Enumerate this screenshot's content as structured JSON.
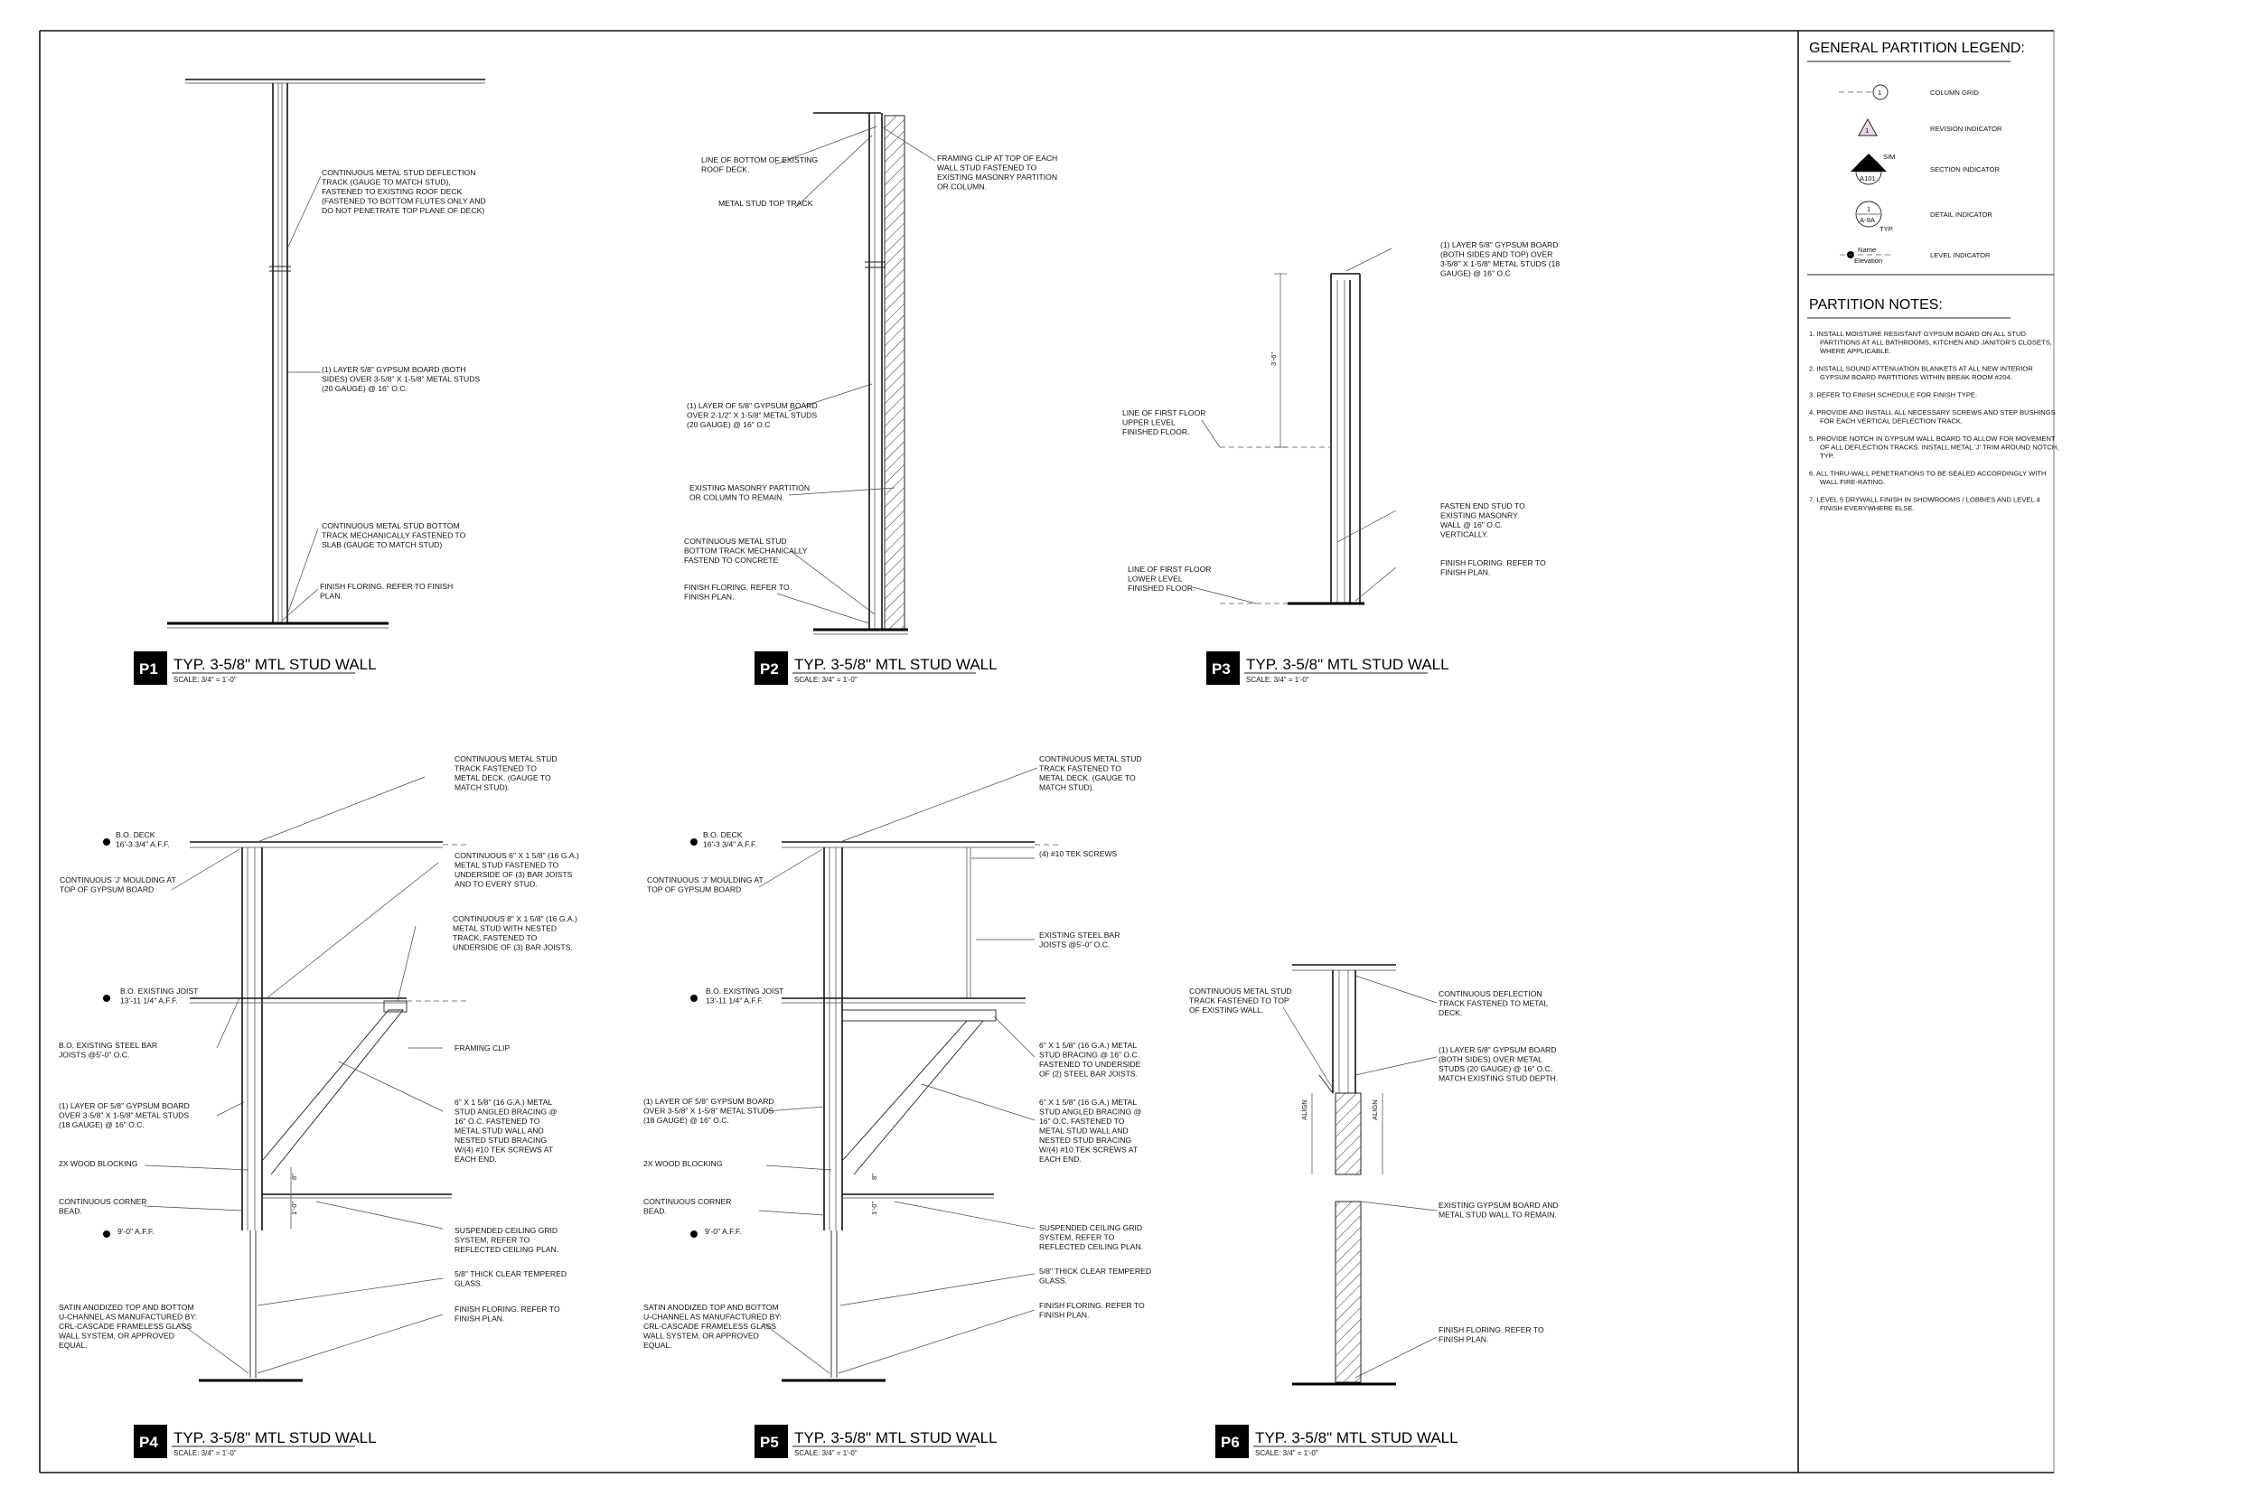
{
  "legend": {
    "title": "GENERAL PARTITION LEGEND:",
    "items": [
      {
        "symbol": "1",
        "label": "COLUMN GRID"
      },
      {
        "symbol": "1",
        "label": "REVISION INDICATOR"
      },
      {
        "symbol": "1",
        "sub": "A101",
        "tag": "SIM",
        "label": "SECTION INDICATOR"
      },
      {
        "symbol": "1",
        "sub": "A-9A",
        "tag": "TYP.",
        "label": "DETAIL INDICATOR"
      },
      {
        "symbol": "Name",
        "sub": "Elevation",
        "label": "LEVEL INDICATOR"
      }
    ]
  },
  "notes": {
    "title": "PARTITION NOTES:",
    "items": [
      [
        "1.  INSTALL MOISTURE RESISTANT GYPSUM BOARD ON ALL STUD",
        "PARTITIONS AT ALL BATHROOMS, KITCHEN AND JANITOR'S CLOSETS,",
        "WHERE APPLICABLE."
      ],
      [
        "2.  INSTALL SOUND ATTENUATION BLANKETS AT ALL NEW INTERIOR",
        "GYPSUM BOARD PARTITIONS WITHIN BREAK ROOM #204."
      ],
      [
        "3.  REFER TO FINISH SCHEDULE FOR FINISH TYPE."
      ],
      [
        "4.  PROVIDE AND INSTALL ALL NECESSARY SCREWS AND STEP BUSHINGS",
        "FOR EACH VERTICAL DEFLECTION TRACK."
      ],
      [
        "5.  PROVIDE NOTCH IN GYPSUM WALL BOARD TO ALLOW FOR MOVEMENT",
        "OF ALL DEFLECTION TRACKS.  INSTALL METAL 'J' TRIM AROUND NOTCH,",
        "TYP."
      ],
      [
        "6.  ALL THRU-WALL PENETRATIONS TO BE SEALED ACCORDINGLY WITH",
        "WALL FIRE-RATING."
      ],
      [
        "7.  LEVEL 5 DRYWALL FINISH IN SHOWROOMS / LOBBIES AND LEVEL 4",
        "FINISH EVERYWHERE ELSE."
      ]
    ]
  },
  "details": [
    {
      "tag": "P1",
      "title": "TYP. 3-5/8\" MTL STUD WALL",
      "scale": "SCALE:  3/4\" = 1'-0\""
    },
    {
      "tag": "P2",
      "title": "TYP. 3-5/8\" MTL STUD WALL",
      "scale": "SCALE:  3/4\" = 1'-0\""
    },
    {
      "tag": "P3",
      "title": "TYP. 3-5/8\" MTL STUD WALL",
      "scale": "SCALE:  3/4\" = 1'-0\""
    },
    {
      "tag": "P4",
      "title": "TYP. 3-5/8\" MTL STUD WALL",
      "scale": "SCALE:  3/4\" = 1'-0\""
    },
    {
      "tag": "P5",
      "title": "TYP. 3-5/8\" MTL STUD WALL",
      "scale": "SCALE:  3/4\" = 1'-0\""
    },
    {
      "tag": "P6",
      "title": "TYP. 3-5/8\" MTL STUD WALL",
      "scale": "SCALE:  3/4\" = 1'-0\""
    }
  ],
  "callouts": {
    "p1_deflection": [
      "CONTINUOUS METAL STUD DEFLECTION",
      "TRACK (GAUGE TO MATCH STUD),",
      "FASTENED TO EXISTING ROOF DECK",
      "(FASTENED TO BOTTOM FLUTES ONLY AND",
      "DO NOT PENETRATE TOP PLANE OF DECK)"
    ],
    "p1_gyp": [
      "(1) LAYER 5/8\" GYPSUM BOARD (BOTH",
      "SIDES) OVER 3-5/8\" X 1-5/8\" METAL STUDS",
      "(20 GAUGE) @ 16\" O.C."
    ],
    "p1_bottom": [
      "CONTINUOUS METAL STUD BOTTOM",
      "TRACK MECHANICALLY FASTENED TO",
      "SLAB (GAUGE TO MATCH STUD)"
    ],
    "p1_floor": [
      "FINISH FLORING. REFER TO FINISH",
      "PLAN."
    ],
    "p2_deck": [
      "LINE OF BOTTOM OF EXISTING",
      "ROOF DECK."
    ],
    "p2_top": [
      "METAL STUD TOP TRACK"
    ],
    "p2_clip": [
      "FRAMING CLIP AT TOP OF EACH",
      "WALL STUD FASTENED TO",
      "EXISTING MASONRY PARTITION",
      "OR COLUMN."
    ],
    "p2_gyp": [
      "(1) LAYER OF 5/8\" GYPSUM BOARD",
      "OVER 2-1/2\" X 1-5/8\" METAL STUDS",
      "(20 GAUGE) @ 16\" O.C"
    ],
    "p2_masonry": [
      "EXISTING MASONRY PARTITION",
      "OR COLUMN TO REMAIN."
    ],
    "p2_bottom": [
      "CONTINUOUS METAL STUD",
      "BOTTOM TRACK MECHANICALLY",
      "FASTEND TO CONCRETE"
    ],
    "p2_floor": [
      "FINISH FLORING. REFER TO",
      "FINISH PLAN."
    ],
    "p3_gyp": [
      "(1) LAYER 5/8\" GYPSUM BOARD",
      "(BOTH SIDES AND TOP) OVER",
      "3-5/8\" X 1-5/8\" METAL STUDS (18",
      "GAUGE) @ 16\" O.C"
    ],
    "p3_upper": [
      "LINE OF FIRST FLOOR",
      "UPPER LEVEL",
      "FINISHED FLOOR."
    ],
    "p3_fasten": [
      "FASTEN END STUD TO",
      "EXISTING MASONRY",
      "WALL @ 16\" O.C.",
      "VERTICALLY."
    ],
    "p3_floor": [
      "FINISH FLORING. REFER TO",
      "FINISH PLAN."
    ],
    "p3_lower": [
      "LINE OF FIRST FLOOR",
      "LOWER LEVEL",
      "FINISHED FLOOR."
    ],
    "p3_dim": "3'-6\"",
    "p4_track": [
      "CONTINUOUS METAL STUD",
      "TRACK FASTENED TO",
      "METAL DECK. (GAUGE TO",
      "MATCH STUD)."
    ],
    "p4_bodeck": [
      "B.O. DECK",
      "16'-3 3/4\" A.F.F."
    ],
    "p4_jmould": [
      "CONTINUOUS 'J' MOULDING AT",
      "TOP OF GYPSUM BOARD"
    ],
    "p4_stud6": [
      "CONTINUOUS 6\" X 1 5/8\" (16 G.A.)",
      "METAL STUD  FASTENED TO",
      "UNDERSIDE OF (3) BAR JOISTS",
      "AND TO EVERY STUD."
    ],
    "p4_stud8": [
      "CONTINUOUS 8\" X 1 5/8\" (16 G.A.)",
      "METAL STUD WITH NESTED",
      "TRACK,  FASTENED TO",
      "UNDERSIDE OF (3) BAR JOISTS."
    ],
    "p4_bojoist": [
      "B.O. EXISTING JOIST",
      "13'-11 1/4\" A.F.F."
    ],
    "p4_clip": [
      "FRAMING CLIP"
    ],
    "p4_bar": [
      "B.O. EXISTING STEEL BAR",
      "JOISTS @5'-0\" O.C."
    ],
    "p4_gyp": [
      "(1) LAYER OF 5/8\" GYPSUM BOARD",
      "OVER 3-5/8\" X 1-5/8\" METAL STUDS",
      "(18 GAUGE) @ 16\" O.C."
    ],
    "p4_brace": [
      "6\" X 1 5/8\" (16 G.A.) METAL",
      "STUD ANGLED BRACING @",
      "16\" O.C. FASTENED TO",
      "METAL STUD WALL AND",
      "NESTED STUD BRACING",
      "W/(4) #10 TEK SCREWS AT",
      "EACH END."
    ],
    "p4_blocking": [
      "2X WOOD BLOCKING"
    ],
    "p4_corner": [
      "CONTINUOUS CORNER",
      "BEAD."
    ],
    "p4_aff": [
      "9'-0\" A.F.F."
    ],
    "p4_ceiling": [
      "SUSPENDED CEILING GRID",
      "SYSTEM, REFER TO",
      "REFLECTED CEILING PLAN."
    ],
    "p4_glass": [
      "5/8\" THICK CLEAR TEMPERED",
      "GLASS."
    ],
    "p4_channel": [
      "SATIN ANODIZED TOP AND BOTTOM",
      "U-CHANNEL AS MANUFACTURED BY:",
      "CRL-CASCADE FRAMELESS GLASS",
      "WALL SYSTEM, OR APPROVED",
      "EQUAL."
    ],
    "p4_floor": [
      "FINISH FLORING. REFER TO",
      "FINISH PLAN."
    ],
    "p5_track": [
      "CONTINUOUS METAL STUD",
      "TRACK FASTENED TO",
      "METAL DECK. (GAUGE TO",
      "MATCH STUD)."
    ],
    "p5_bodeck": [
      "B.O. DECK",
      "16'-3 3/4\" A.F.F."
    ],
    "p5_jmould": [
      "CONTINUOUS 'J' MOULDING AT",
      "TOP OF GYPSUM BOARD"
    ],
    "p5_tek": [
      "(4) #10 TEK SCREWS"
    ],
    "p5_bar": [
      "EXISTING STEEL BAR",
      "JOISTS @5'-0\" O.C."
    ],
    "p5_bojoist": [
      "B.O. EXISTING JOIST",
      "13'-11 1/4\" A.F.F."
    ],
    "p5_brace1": [
      "6\" X 1 5/8\" (16 G.A.) METAL",
      "STUD BRACING @ 16\" O.C.",
      "FASTENED TO UNDERSIDE",
      "OF (2) STEEL BAR JOISTS."
    ],
    "p5_gyp": [
      "(1) LAYER OF 5/8\" GYPSUM BOARD",
      "OVER 3-5/8\" X 1-5/8\" METAL STUDS",
      "(18 GAUGE) @ 16\" O.C."
    ],
    "p5_brace2": [
      "6\" X 1 5/8\" (16 G.A.) METAL",
      "STUD ANGLED BRACING @",
      "16\" O.C. FASTENED TO",
      "METAL STUD WALL AND",
      "NESTED STUD BRACING",
      "W/(4) #10 TEK SCREWS AT",
      "EACH END."
    ],
    "p5_blocking": [
      "2X WOOD BLOCKING"
    ],
    "p5_corner": [
      "CONTINUOUS CORNER",
      "BEAD."
    ],
    "p5_aff": [
      "9'-0\" A.F.F."
    ],
    "p5_ceiling": [
      "SUSPENDED CEILING GRID",
      "SYSTEM, REFER TO",
      "REFLECTED CEILING PLAN."
    ],
    "p5_glass": [
      "5/8\" THICK CLEAR TEMPERED",
      "GLASS."
    ],
    "p5_channel": [
      "SATIN ANODIZED TOP AND BOTTOM",
      "U-CHANNEL AS MANUFACTURED BY:",
      "CRL-CASCADE FRAMELESS GLASS",
      "WALL SYSTEM, OR APPROVED",
      "EQUAL."
    ],
    "p5_floor": [
      "FINISH FLORING. REFER TO",
      "FINISH PLAN."
    ],
    "p6_track": [
      "CONTINUOUS METAL STUD",
      "TRACK FASTENED TO TOP",
      "OF EXISTING WALL."
    ],
    "p6_deflection": [
      "CONTINUOUS DEFLECTION",
      "TRACK FASTENED TO METAL",
      "DECK."
    ],
    "p6_gyp": [
      "(1) LAYER 5/8\" GYPSUM BOARD",
      "(BOTH SIDES) OVER METAL",
      "STUDS (20 GAUGE) @ 16\" O.C.",
      "MATCH EXISTING STUD DEPTH."
    ],
    "p6_align": "ALIGN",
    "p6_existing": [
      "EXISTING GYPSUM BOARD AND",
      "METAL STUD WALL TO REMAIN."
    ],
    "p6_floor": [
      "FINISH FLORING. REFER TO",
      "FINISH PLAN."
    ],
    "dim_8": "8\"",
    "dim_12": "1'-0\""
  }
}
